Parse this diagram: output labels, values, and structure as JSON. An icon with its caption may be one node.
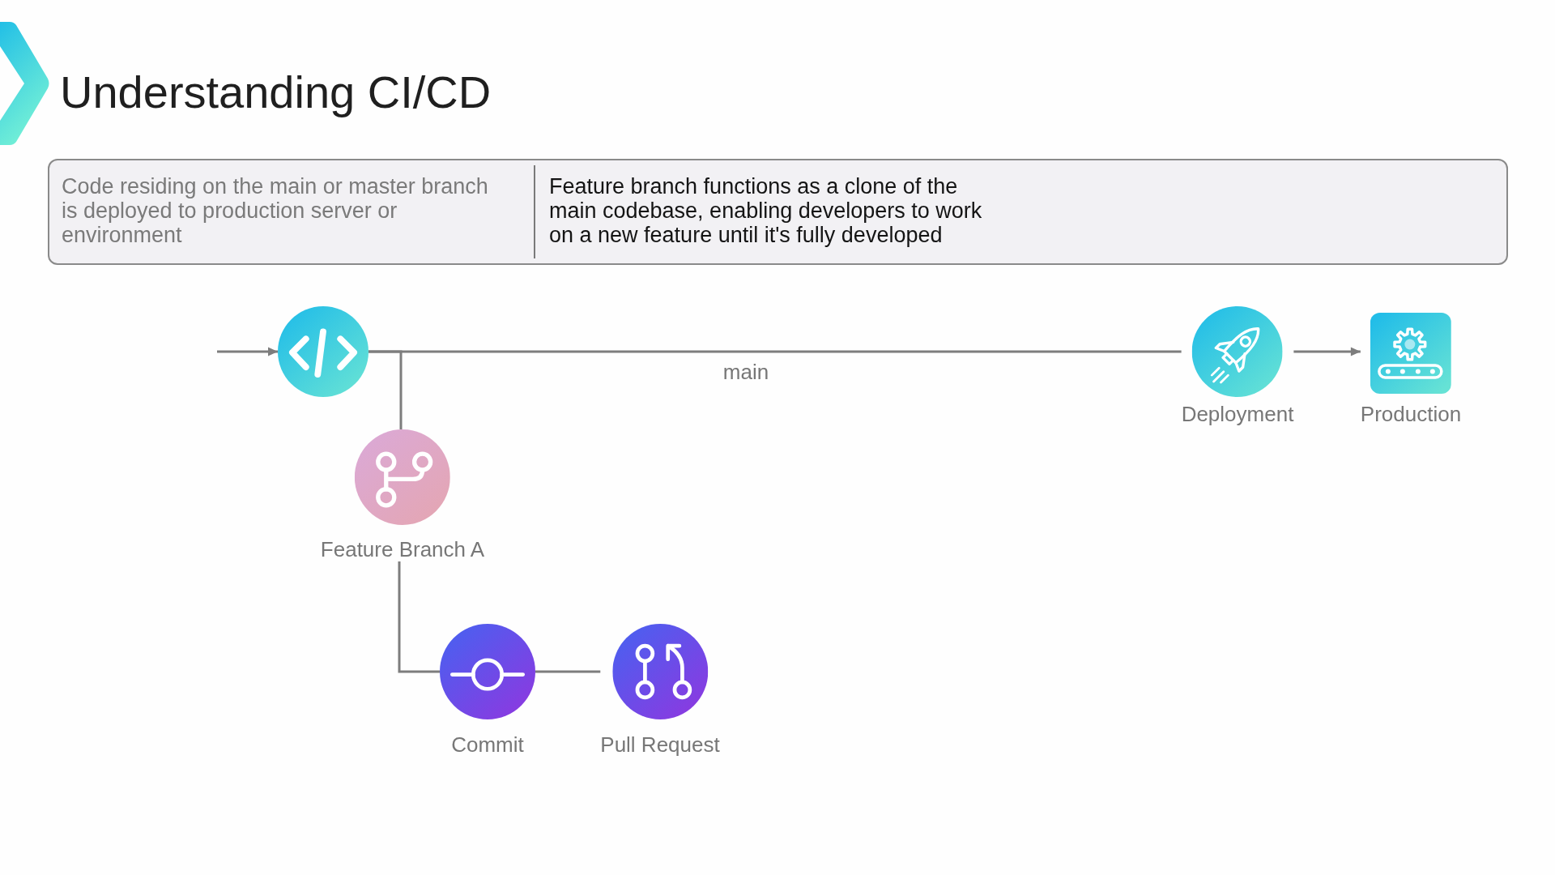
{
  "diagram": {
    "title": "Understanding CI/CD",
    "nodes": [
      {
        "text": [
          "Code residing on the main or master branch is deployed to production server or environment",
          "Feature branch functions as a clone of the main codebase, enabling developers to work on a new feature until it's fully developed"
        ]
      },
      {
        "text": [],
        "shape": "circle"
      },
      {
        "text": [
          "Deployment"
        ]
      },
      {
        "text": [
          "Production"
        ]
      },
      {
        "text": [
          "Feature Branch A"
        ]
      },
      {
        "text": [
          "Commit"
        ]
      },
      {
        "text": [
          "Pull Request"
        ]
      }
    ],
    "edges": [
      {
        "from": null,
        "to": 1,
        "arrow": "to"
      },
      {
        "from": 1,
        "to": 2,
        "arrow": "none",
        "label": "main"
      },
      {
        "from": 2,
        "to": 3,
        "arrow": "to"
      },
      {
        "from": 1,
        "to": 4,
        "arrow": "none"
      },
      {
        "from": 4,
        "to": 5,
        "arrow": "none"
      },
      {
        "from": 5,
        "to": 6,
        "arrow": "none"
      }
    ]
  }
}
